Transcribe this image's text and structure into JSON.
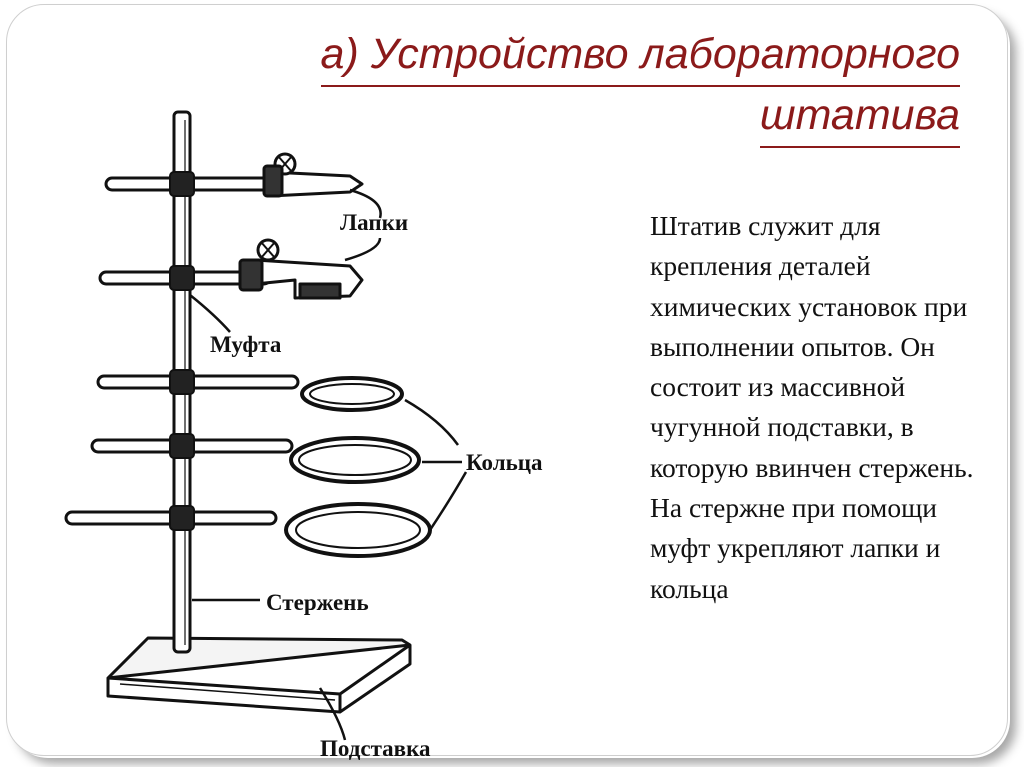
{
  "slide": {
    "title_line1": "а) Устройство лабораторного",
    "title_line2": "штатива",
    "description": "Штатив служит для крепления деталей химических установок при выполнении опытов. Он состоит из массивной чугунной подставки, в которую ввинчен стержень. На стержне при помощи муфт укрепляют лапки и кольца"
  },
  "figure": {
    "labels": {
      "clamps": "Лапки",
      "coupling": "Муфта",
      "rings": "Кольца",
      "rod": "Стержень",
      "base": "Подставка"
    }
  },
  "colors": {
    "title": "#8b1a1a",
    "text": "#111111"
  }
}
